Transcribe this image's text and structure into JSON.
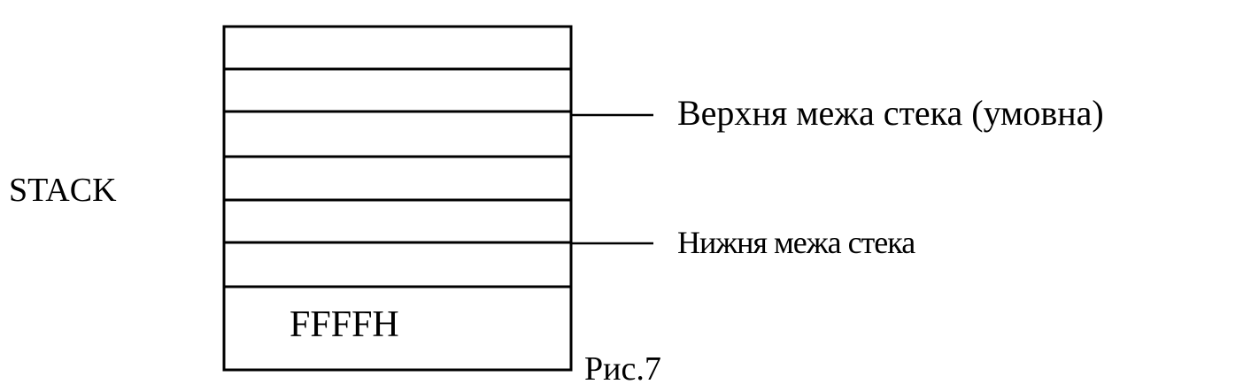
{
  "diagram": {
    "stack_label": "STACK",
    "upper_boundary_label": "Верхня межа стека (умовна)",
    "lower_boundary_label": "Нижня межа стека",
    "bottom_cell_label": "FFFFH",
    "figure_caption": "Рис.7"
  },
  "colors": {
    "ink": "#000000",
    "background": "#ffffff"
  }
}
